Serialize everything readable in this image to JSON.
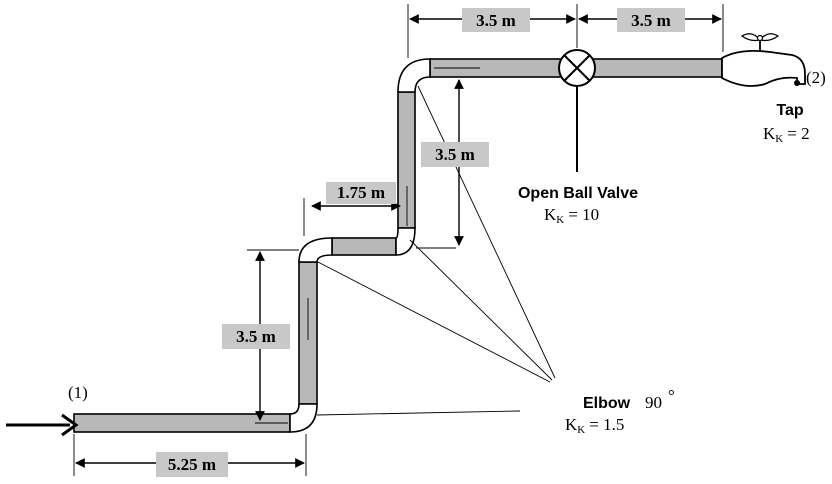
{
  "dimensions": {
    "top_left": "3.5 m",
    "top_right": "3.5 m",
    "right_vertical": "3.5 m",
    "middle_horizontal": "1.75 m",
    "left_vertical": "3.5 m",
    "bottom_horizontal": "5.25 m"
  },
  "points": {
    "inlet": "(1)",
    "outlet": "(2)"
  },
  "components": {
    "tap": {
      "name": "Tap",
      "k_prefix": "K",
      "k_sub": "K",
      "k_value": "= 2"
    },
    "valve": {
      "name": "Open Ball Valve",
      "k_prefix": "K",
      "k_sub": "K",
      "k_value": "= 10"
    },
    "elbow": {
      "name": "Elbow",
      "angle": "90",
      "degree": "°",
      "k_prefix": "K",
      "k_sub": "K",
      "k_value": "= 1.5"
    }
  },
  "colors": {
    "pipe_fill": "#b8b8b8",
    "dimension_box": "#c8c8c8",
    "line": "#000000"
  }
}
